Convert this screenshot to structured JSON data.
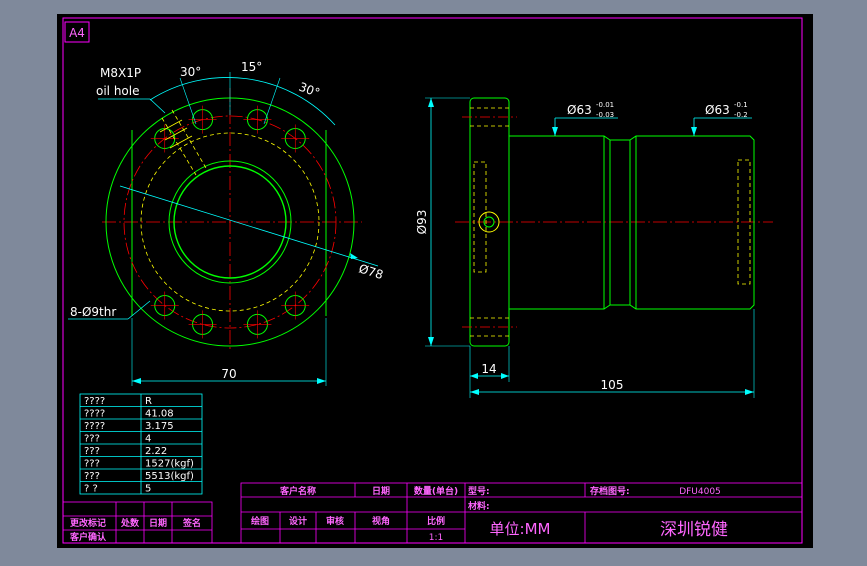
{
  "sheet": {
    "size_label": "A4"
  },
  "colors": {
    "frame": "#ff00ff",
    "outline": "#00ff00",
    "dimension": "#00ffff",
    "center": "#ff0000",
    "hidden": "#ffff00",
    "text": "#ffffff",
    "title_text": "#ff66ff",
    "paper": "#000000",
    "window": "#7f899b"
  },
  "front_view": {
    "callout_thread": "M8X1P",
    "callout_oil": "oil hole",
    "angle_left": "30°",
    "angle_mid": "15°",
    "angle_right": "30°",
    "pcd_label": "Ø78",
    "holes_label": "8-Ø9thr",
    "width_dim": "70"
  },
  "side_view": {
    "flange_dia": "Ø93",
    "body_dia_1": "Ø63",
    "tol_1_upper": "-0.01",
    "tol_1_lower": "-0.03",
    "body_dia_2": "Ø63",
    "tol_2_upper": "-0.1",
    "tol_2_lower": "-0.2",
    "flange_thk": "14",
    "total_len": "105"
  },
  "param_table": {
    "rows": [
      {
        "key": "????",
        "value": "R"
      },
      {
        "key": "????",
        "value": "41.08"
      },
      {
        "key": "????",
        "value": "3.175"
      },
      {
        "key": "???",
        "value": "4"
      },
      {
        "key": "???",
        "value": "2.22"
      },
      {
        "key": "???",
        "value": "1527(kgf)"
      },
      {
        "key": "???",
        "value": "5513(kgf)"
      },
      {
        "key": "?  ?",
        "value": "5"
      }
    ]
  },
  "revision_block": {
    "change_sign": "更改标记",
    "place": "处数",
    "date": "日期",
    "sign": "签名",
    "confirm": "客户确认"
  },
  "title_block": {
    "customer_name": "客户名称",
    "date": "日期",
    "quantity": "数量(单台)",
    "model_label": "型号:",
    "drawing_no_label": "存档图号:",
    "drawing_no": "DFU4005",
    "material_label": "材料:",
    "drawn": "绘图",
    "design": "设计",
    "review": "审核",
    "view_angle": "视角",
    "scale_label": "比例",
    "scale": "1:1",
    "unit": "单位:MM",
    "company": "深圳锐健"
  }
}
